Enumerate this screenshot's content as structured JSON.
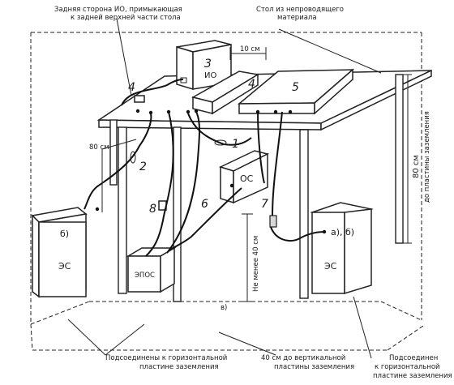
{
  "labels": {
    "back_side": [
      "Задняя сторона ИО, примыкающая",
      "к задней верхней части стола"
    ],
    "table_material": [
      "Стол из непроводящего",
      "материала"
    ],
    "dist_10cm": "10 см",
    "dist_80cm_side": "80 см",
    "dist_80cm_vertical": "80 см",
    "to_ground_plate": "до пластины заземления",
    "min_40cm": "Не менее 40 см",
    "bottom_left": [
      "Подсоединены к горизонтальной",
      "пластине заземления"
    ],
    "bottom_center": [
      "40 см до вертикальной",
      "пластины заземления"
    ],
    "bottom_right": [
      "Подсоединен",
      "к горизонтальной",
      "пластине заземления"
    ],
    "floor_mark": "в)"
  },
  "boxes": {
    "io_number": "3",
    "io": "ИО",
    "box5": "5",
    "os": "ОС",
    "es_left": "ЭС",
    "es_left_tag": "б)",
    "es_right": "ЭС",
    "es_right_tag": "а), б)",
    "epos": "ЭПОС"
  },
  "callouts": {
    "n1": "1",
    "n2": "2",
    "n4a": "4",
    "n4b": "4",
    "n6": "6",
    "n7": "7",
    "n8": "8"
  }
}
